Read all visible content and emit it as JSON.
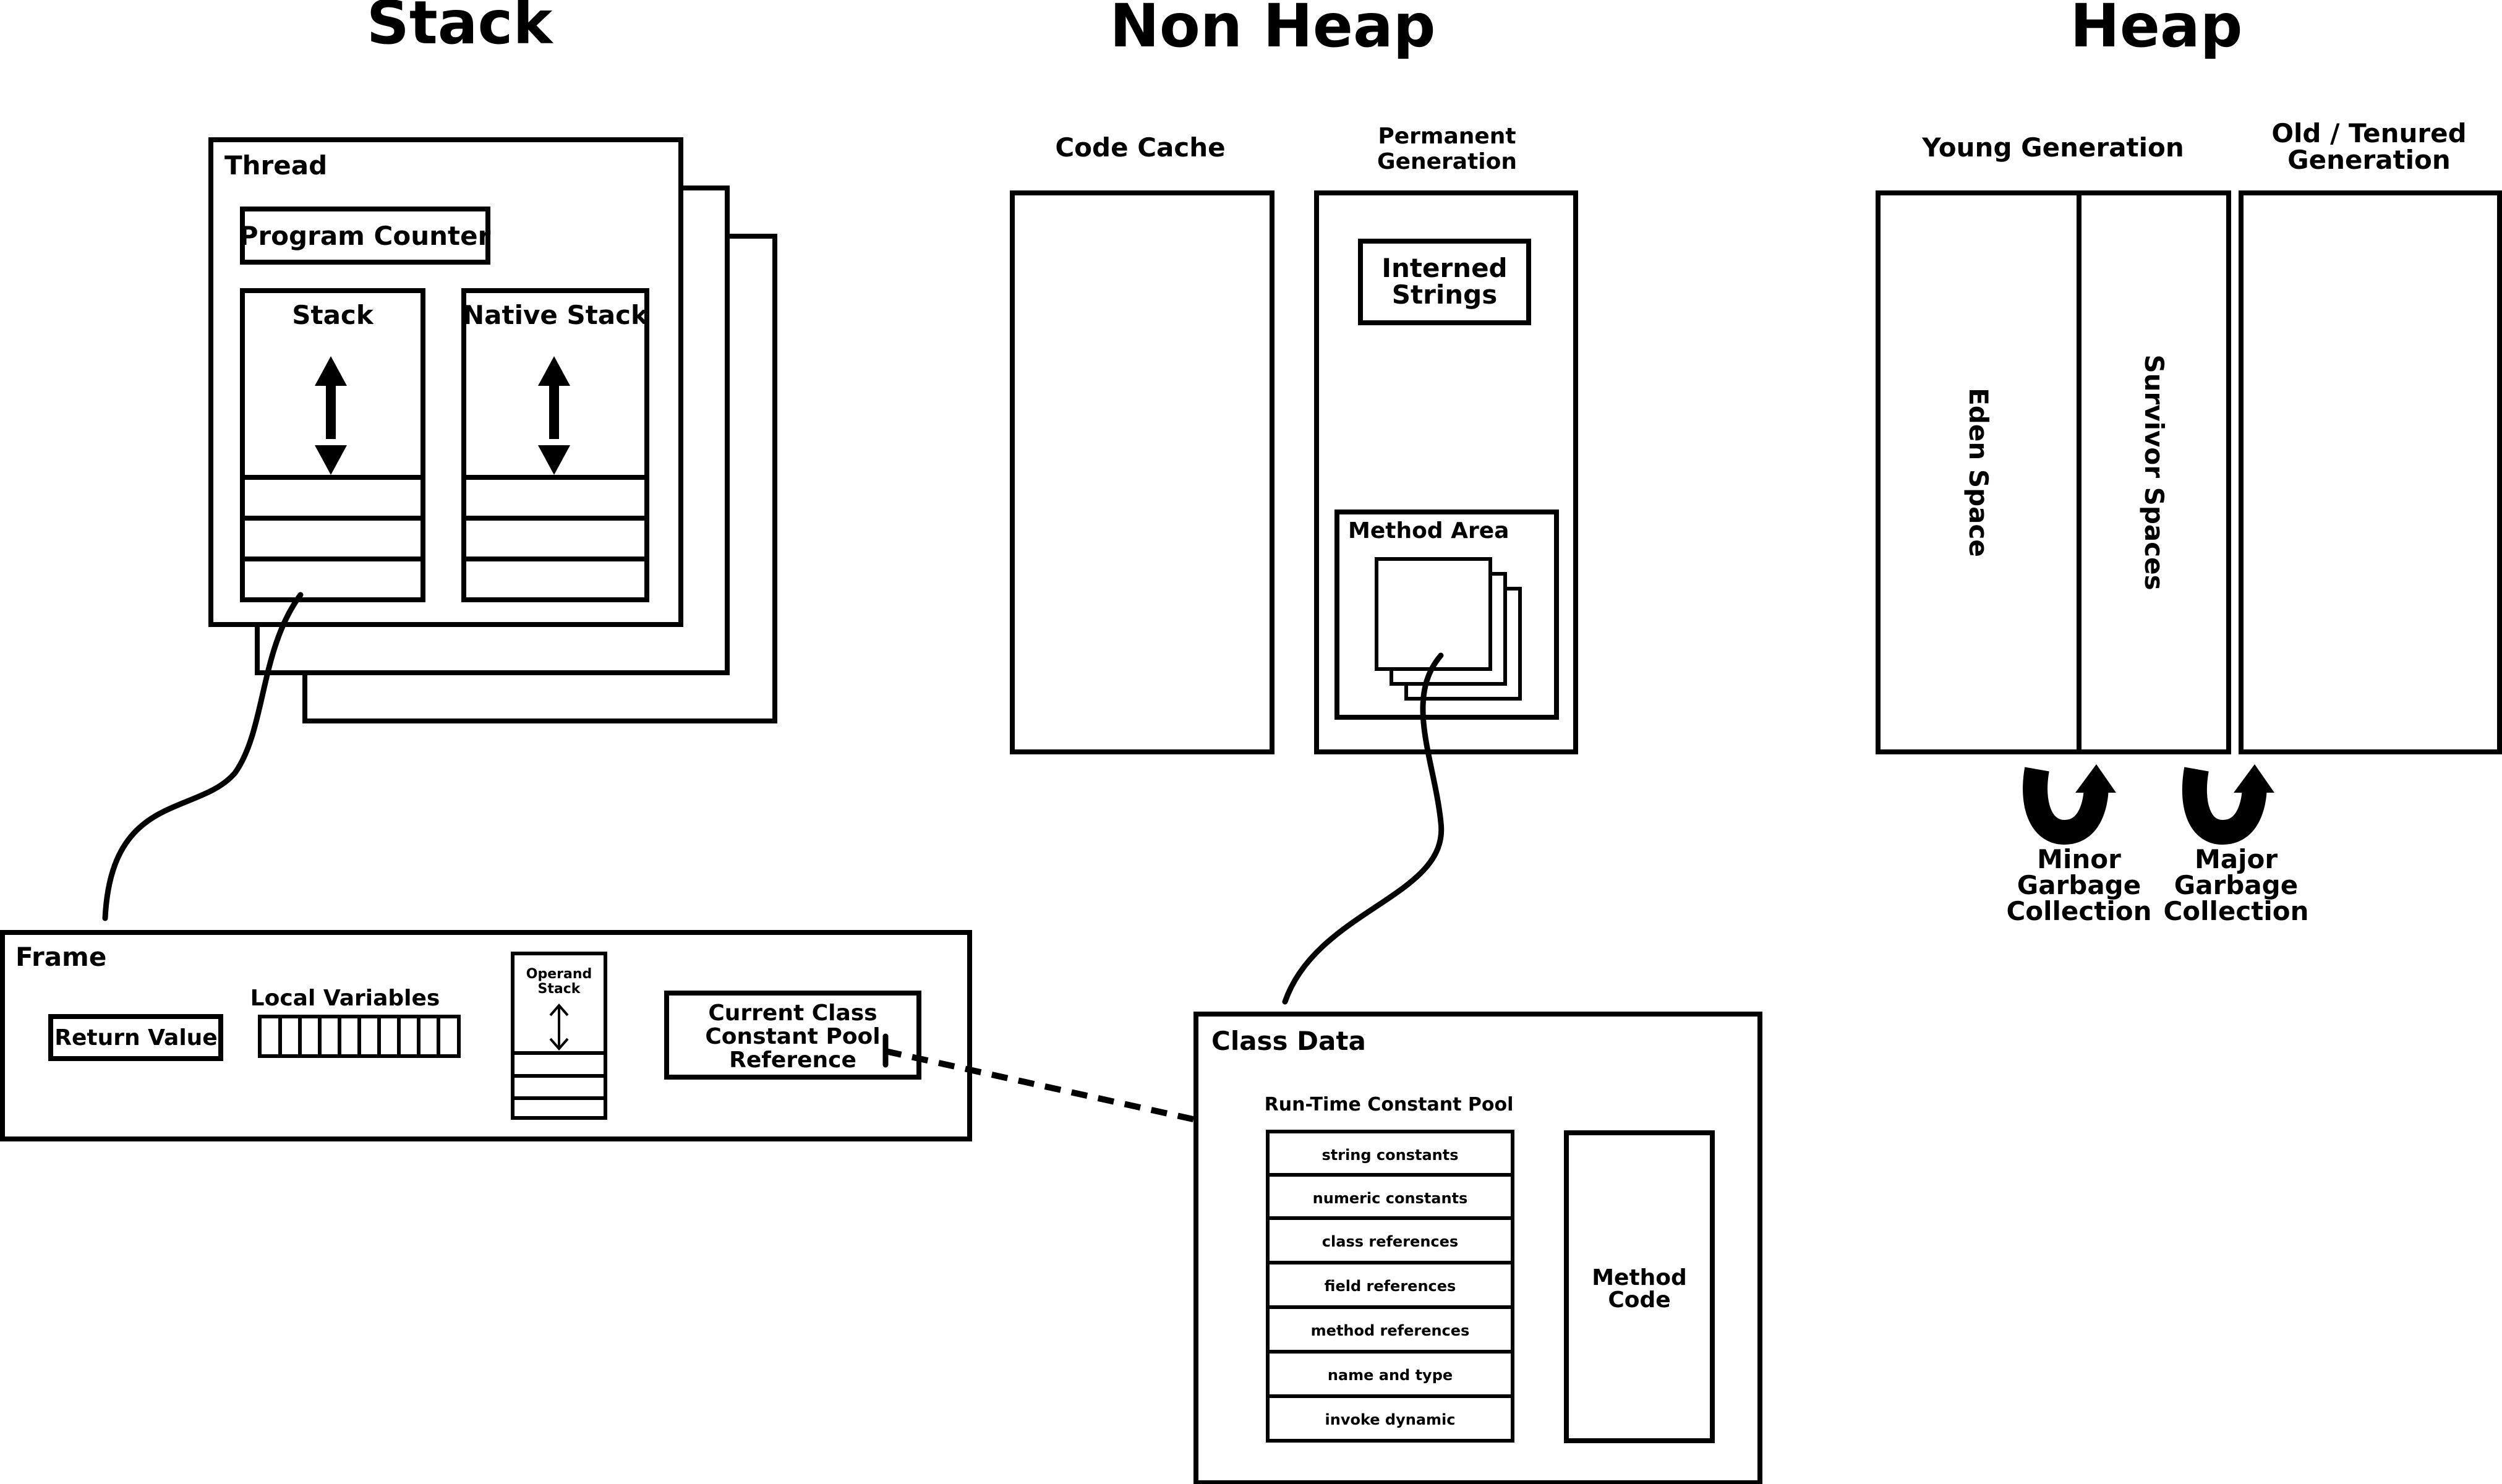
{
  "titles": {
    "stack": "Stack",
    "non_heap": "Non Heap",
    "heap": "Heap"
  },
  "thread": {
    "label": "Thread",
    "program_counter": "Program Counter",
    "stack": "Stack",
    "native_stack": "Native Stack"
  },
  "non_heap": {
    "code_cache": "Code Cache",
    "permanent_generation": [
      "Permanent",
      "Generation"
    ],
    "interned_strings": [
      "Interned",
      "Strings"
    ],
    "method_area": "Method Area"
  },
  "heap": {
    "young_generation": "Young Generation",
    "old_generation": [
      "Old / Tenured",
      "Generation"
    ],
    "eden_space": "Eden Space",
    "survivor_spaces": "Survivor Spaces",
    "minor_gc": [
      "Minor",
      "Garbage",
      "Collection"
    ],
    "major_gc": [
      "Major",
      "Garbage",
      "Collection"
    ]
  },
  "frame": {
    "label": "Frame",
    "return_value": "Return Value",
    "local_variables": "Local Variables",
    "operand_stack": [
      "Operand",
      "Stack"
    ],
    "current_class_ref": [
      "Current Class",
      "Constant Pool",
      "Reference"
    ]
  },
  "class_data": {
    "label": "Class Data",
    "runtime_constant_pool": "Run-Time Constant Pool",
    "pool_entries": [
      "string constants",
      "numeric constants",
      "class references",
      "field references",
      "method references",
      "name and type",
      "invoke dynamic"
    ],
    "method_code": [
      "Method",
      "Code"
    ]
  }
}
